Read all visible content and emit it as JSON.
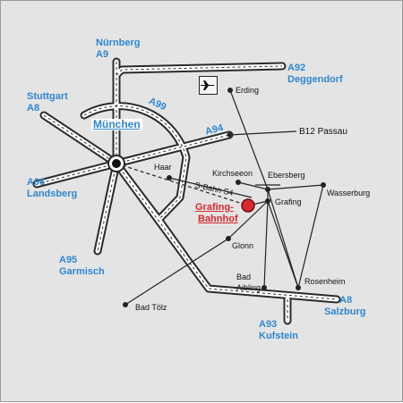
{
  "highways": {
    "a9": {
      "name": "Nürnberg",
      "road": "A9"
    },
    "a92": {
      "road": "A92",
      "name": "Deggendorf"
    },
    "a8_west": {
      "name": "Stuttgart",
      "road": "A8"
    },
    "a99": {
      "road": "A99"
    },
    "a94": {
      "road": "A94"
    },
    "b12": {
      "label": "B12 Passau"
    },
    "a96": {
      "road": "A96",
      "name": "Landsberg"
    },
    "a95": {
      "road": "A95",
      "name": "Garmisch"
    },
    "a8_east": {
      "road": "A8",
      "name": "Salzburg"
    },
    "a93": {
      "road": "A93",
      "name": "Kufstein"
    }
  },
  "city": "München",
  "places": {
    "erding": "Erding",
    "haar": "Haar",
    "kirchseeon": "Kirchseeon",
    "ebersberg": "Ebersberg",
    "grafing": "Grafing",
    "wasserburg": "Wasserburg",
    "glonn": "Glonn",
    "bad_aibling_1": "Bad",
    "bad_aibling_2": "Aibling",
    "rosenheim": "Rosenheim",
    "bad_toelz": "Bad Tölz"
  },
  "destination": {
    "line1": "Grafing-",
    "line2": "Bahnhof"
  },
  "rail": "S-Bahn S4",
  "icons": {
    "airport": "airplane-icon"
  },
  "colors": {
    "background": "#e4e4e4",
    "road_casing": "#2b2b2b",
    "road_fill": "#ffffff",
    "highway_label": "#2f86cf",
    "destination": "#d8282f"
  }
}
